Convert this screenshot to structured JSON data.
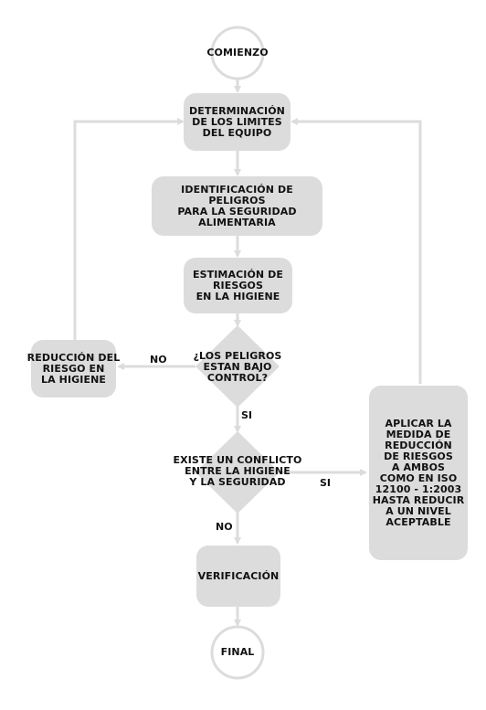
{
  "colors": {
    "node_fill": "#dcdcdc",
    "connector": "#dcdcdc",
    "text": "#111111",
    "background": "#ffffff"
  },
  "nodes": {
    "start": "COMIENZO",
    "limits": "DETERMINACIÓN\nDE LOS LIMITES\nDEL EQUIPO",
    "hazards": "IDENTIFICACIÓN DE\nPELIGROS\nPARA LA SEGURIDAD\nALIMENTARIA",
    "risk_estimation": "ESTIMACIÓN DE\nRIESGOS\nEN LA HIGIENE",
    "decision_control": "¿LOS PELIGROS\nESTAN BAJO\nCONTROL?",
    "risk_reduction": "REDUCCIÓN DEL\nRIESGO EN\nLA HIGIENE",
    "decision_conflict": "EXISTE UN CONFLICTO\nENTRE LA HIGIENE\nY LA SEGURIDAD",
    "apply_measure": "APLICAR LA\nMEDIDA DE\nREDUCCIÓN\nDE RIESGOS\nA AMBOS\nCOMO EN ISO\n12100 - 1:2003\nHASTA REDUCIR\nA UN NIVEL\nACEPTABLE",
    "verification": "VERIFICACIÓN",
    "end": "FINAL"
  },
  "edge_labels": {
    "control_no": "NO",
    "control_si": "SI",
    "conflict_si": "SI",
    "conflict_no": "NO"
  }
}
